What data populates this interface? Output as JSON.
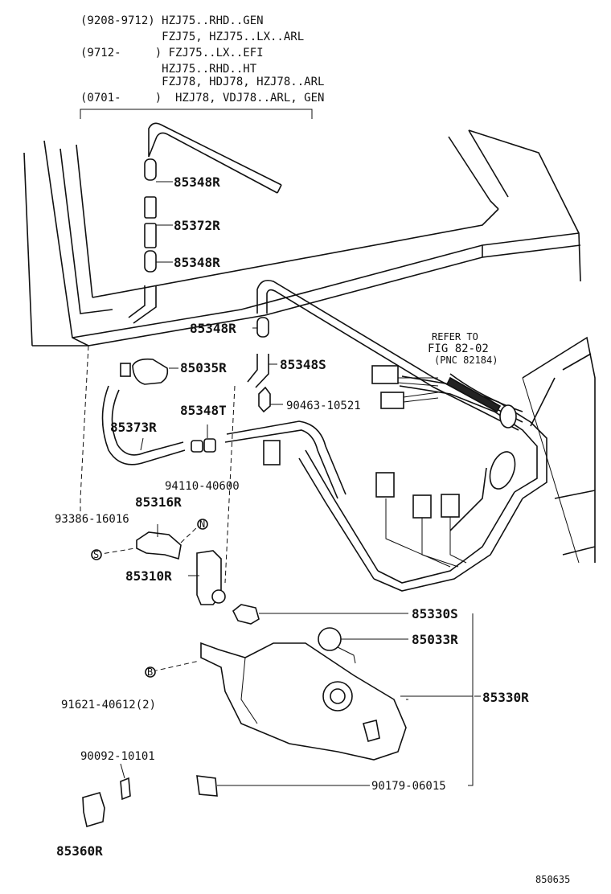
{
  "header": {
    "lines": [
      "(9208-9712) HZJ75..RHD..GEN",
      "            FZJ75, HZJ75..LX..ARL",
      "(9712-     ) FZJ75..LX..EFI",
      "            HZJ75..RHD..HT",
      "            FZJ78, HDJ78, HZJ78..ARL",
      "(0701-     )  HZJ78, VDJ78..ARL, GEN"
    ]
  },
  "refer": {
    "line1": "REFER TO",
    "line2": "FIG 82-02",
    "line3": "(PNC 82184)"
  },
  "parts": {
    "p85348R_a": "85348R",
    "p85372R": "85372R",
    "p85348R_b": "85348R",
    "p85348R_c": "85348R",
    "p85035R": "85035R",
    "p85348S": "85348S",
    "p90463": "90463-10521",
    "p85373R": "85373R",
    "p85348T": "85348T",
    "p94110": "94110-40600",
    "p85316R": "85316R",
    "p93386": "93386-16016",
    "p85310R": "85310R",
    "p85330S": "85330S",
    "p85033R": "85033R",
    "p91621": "91621-40612(2)",
    "p85330R": "85330R",
    "p90092": "90092-10101",
    "p90179": "90179-06015",
    "p85360R": "85360R"
  },
  "markers": {
    "s": "S",
    "n": "N",
    "b": "B"
  },
  "figure_number": "850635"
}
